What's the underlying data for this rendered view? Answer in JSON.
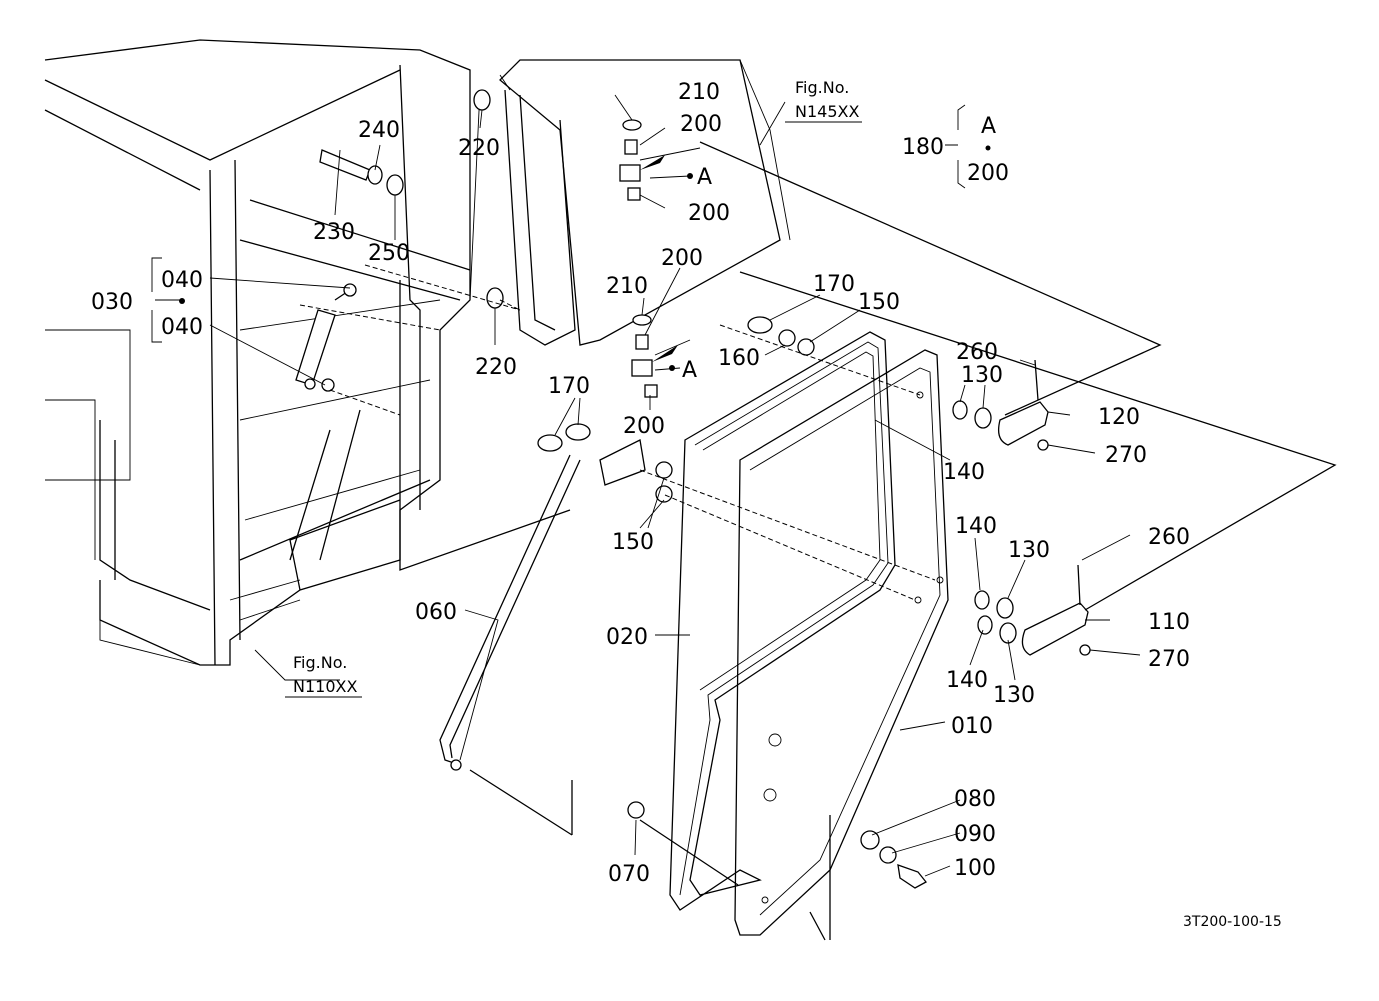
{
  "labels": [
    "210",
    "200",
    "A",
    "200",
    "180",
    "A",
    "200",
    "240",
    "220",
    "230",
    "250",
    "040",
    "030",
    "040",
    "220",
    "210",
    "200",
    "A",
    "200",
    "170",
    "150",
    "160",
    "170",
    "260",
    "130",
    "120",
    "140",
    "270",
    "150",
    "140",
    "130",
    "260",
    "110",
    "270",
    "140",
    "130",
    "060",
    "020",
    "010",
    "080",
    "090",
    "100",
    "070"
  ],
  "fig_refs": [
    {
      "line1": "Fig.No.",
      "line2": "N145XX"
    },
    {
      "line1": "Fig.No.",
      "line2": "N110XX"
    }
  ],
  "drawing_code": "3T200-100-15"
}
